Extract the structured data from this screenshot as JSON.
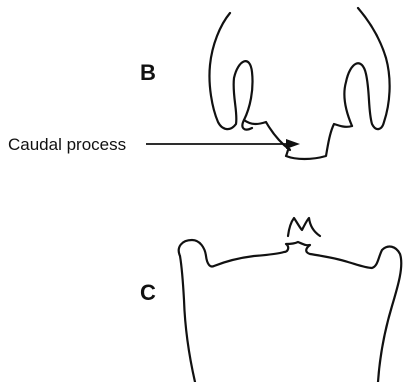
{
  "panels": {
    "b": {
      "label": "B"
    },
    "c": {
      "label": "C"
    }
  },
  "annotations": {
    "caudal_process": "Caudal process"
  },
  "colors": {
    "ink": "#111111",
    "background": "#ffffff"
  }
}
